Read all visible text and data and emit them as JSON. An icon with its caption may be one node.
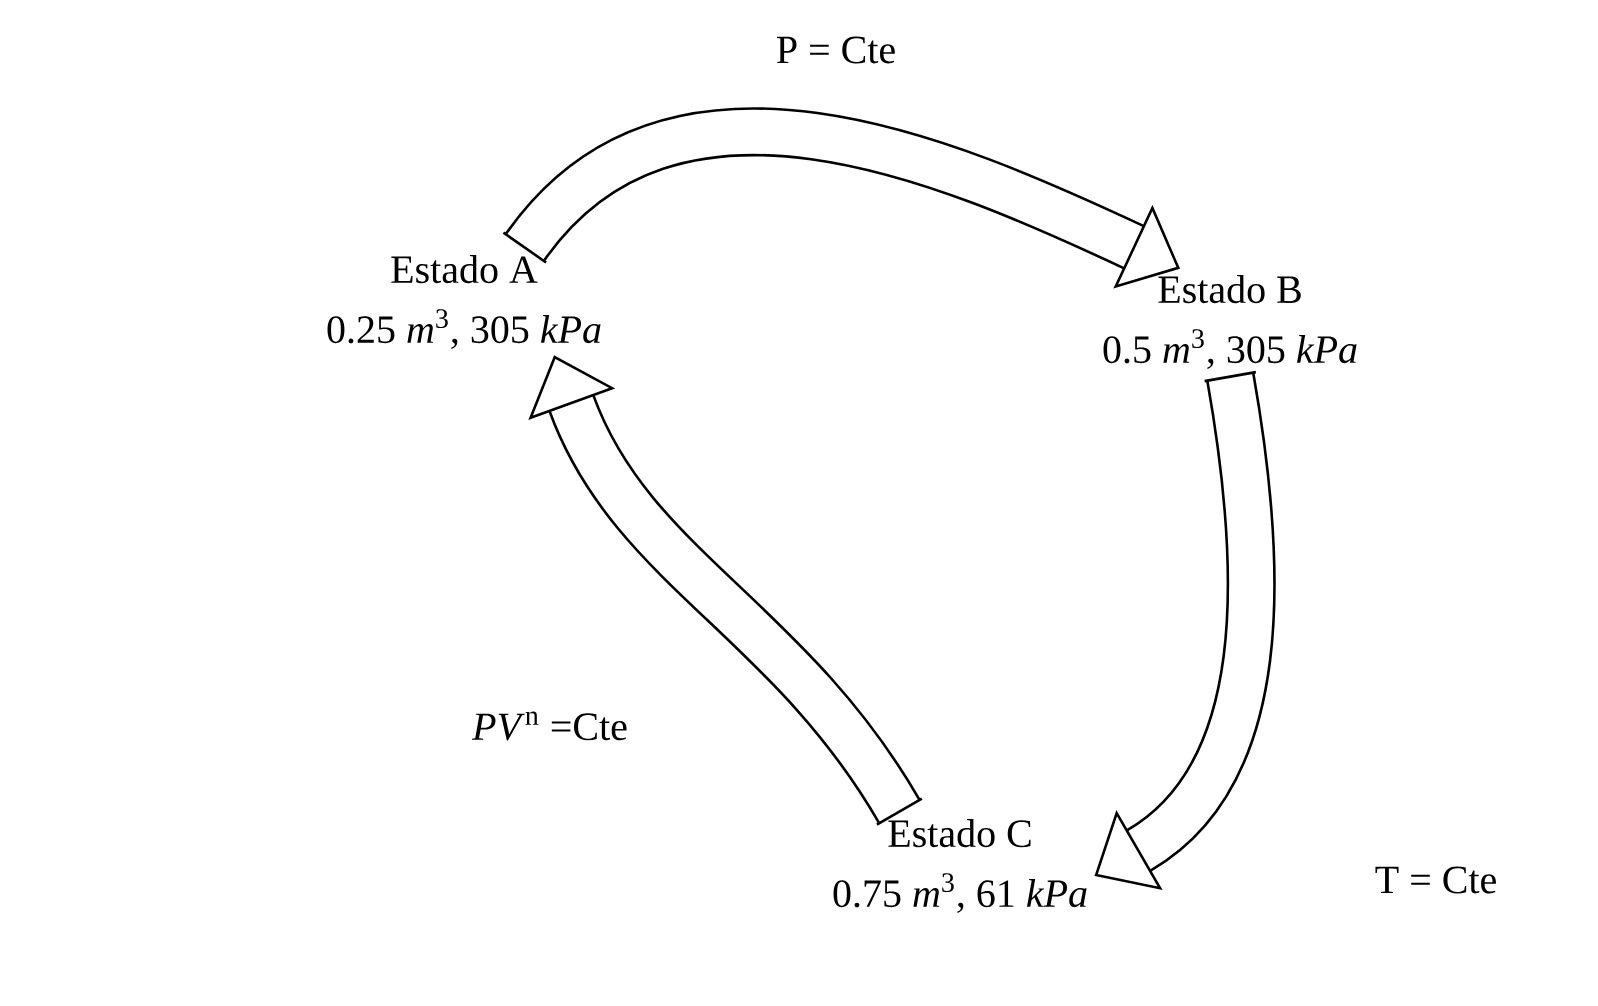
{
  "diagram": {
    "nodes": [
      {
        "text": [
          "Estado A",
          "0.25 *m*$^{3}$, 305 *kPa*"
        ]
      },
      {
        "text": [
          "Estado B",
          "0.5 *m*$^{3}$, 305 *kPa*"
        ]
      },
      {
        "text": [
          "Estado C",
          "0.75 *m*$^{3}$, 61 *kPa*"
        ]
      }
    ],
    "edges": [
      {
        "from": 0,
        "to": 1,
        "arrow": "to",
        "label": "P = Cte"
      },
      {
        "from": 1,
        "to": 2,
        "arrow": "to",
        "label": "T = Cte"
      },
      {
        "from": 2,
        "to": 0,
        "arrow": "to",
        "label": "*PV*$^{n}$ =Cte"
      }
    ]
  }
}
